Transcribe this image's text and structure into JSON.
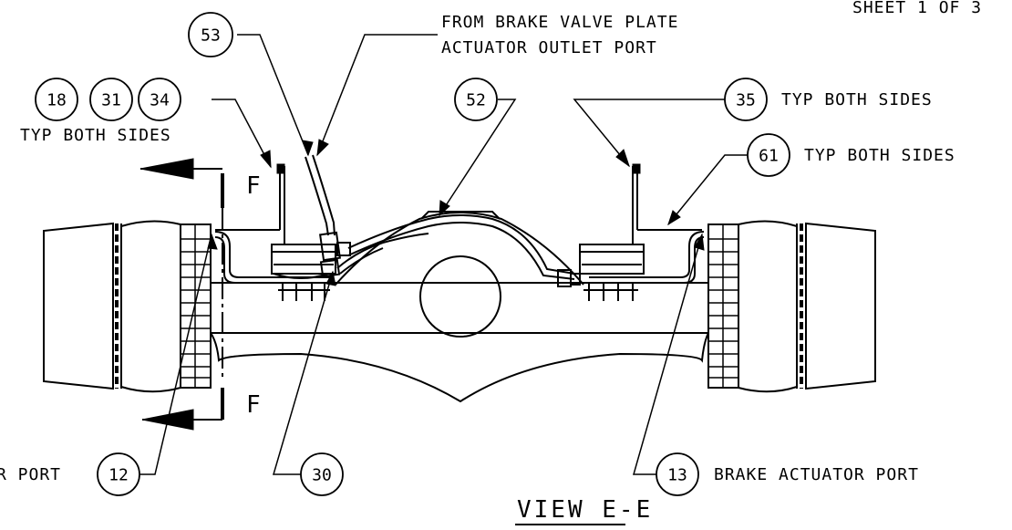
{
  "sheet_label": "SHEET 1 OF 3",
  "view_title": "VIEW E-E",
  "section_letter_top": "F",
  "section_letter_bottom": "F",
  "note_brake_valve_line1": "FROM BRAKE VALVE PLATE",
  "note_brake_valve_line2": "ACTUATOR OUTLET PORT",
  "note_left_typ": "TYP BOTH SIDES",
  "note_35": "TYP BOTH SIDES",
  "note_61": "TYP BOTH SIDES",
  "note_13": "BRAKE ACTUATOR PORT",
  "note_12_partial": "R PORT",
  "callouts": {
    "c53": "53",
    "c18": "18",
    "c31": "31",
    "c34": "34",
    "c52": "52",
    "c35": "35",
    "c61": "61",
    "c12": "12",
    "c30": "30",
    "c13": "13"
  }
}
